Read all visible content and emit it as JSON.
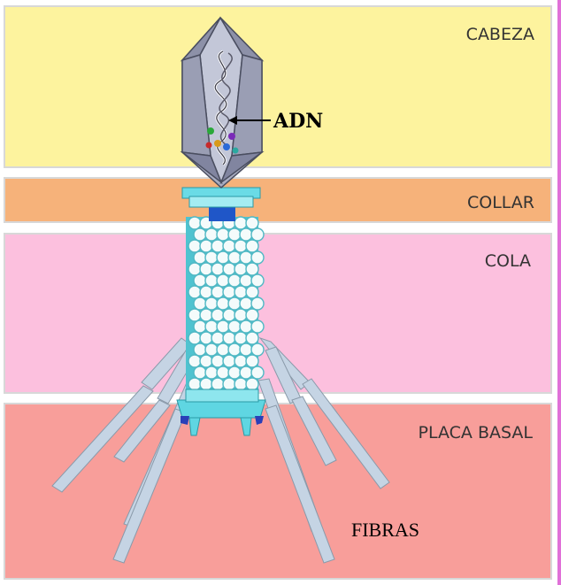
{
  "labels": {
    "cabeza": "CABEZA",
    "collar": "COLLAR",
    "cola": "COLA",
    "placa_basal": "PLACA BASAL",
    "adn": "ADN",
    "fibras": "FIBRAS"
  },
  "colors": {
    "cabeza_band": "#fdf39e",
    "collar_band": "#f6b27a",
    "cola_band": "#fcc0de",
    "placa_band": "#f89e9a",
    "capsid": "#a9adc2",
    "tail_beads": "#c8ecec",
    "collar_plate": "#5fd6e2",
    "fibers": "#c5d4e4"
  }
}
